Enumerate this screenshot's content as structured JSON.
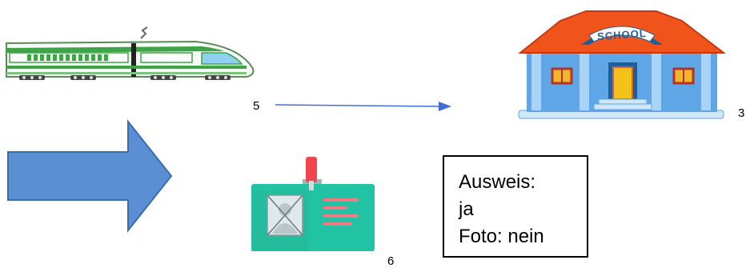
{
  "labels": {
    "train_number": "5",
    "school_number": "3",
    "id_card_number": "6"
  },
  "school_sign": "SCHOOL",
  "info_box": {
    "line1": "Ausweis:",
    "line2": "ja",
    "line3": "Foto: nein"
  },
  "colors": {
    "arrow_fill": "#5b8fd3",
    "arrow_stroke": "#3a6db0",
    "connector": "#3f6fd1",
    "roof": "#f1541b",
    "building": "#5fa6e6",
    "card": "#21c3a4",
    "clip": "#f0444f"
  },
  "icons": [
    "train-icon",
    "school-building-icon",
    "id-card-icon",
    "right-arrow-icon"
  ]
}
